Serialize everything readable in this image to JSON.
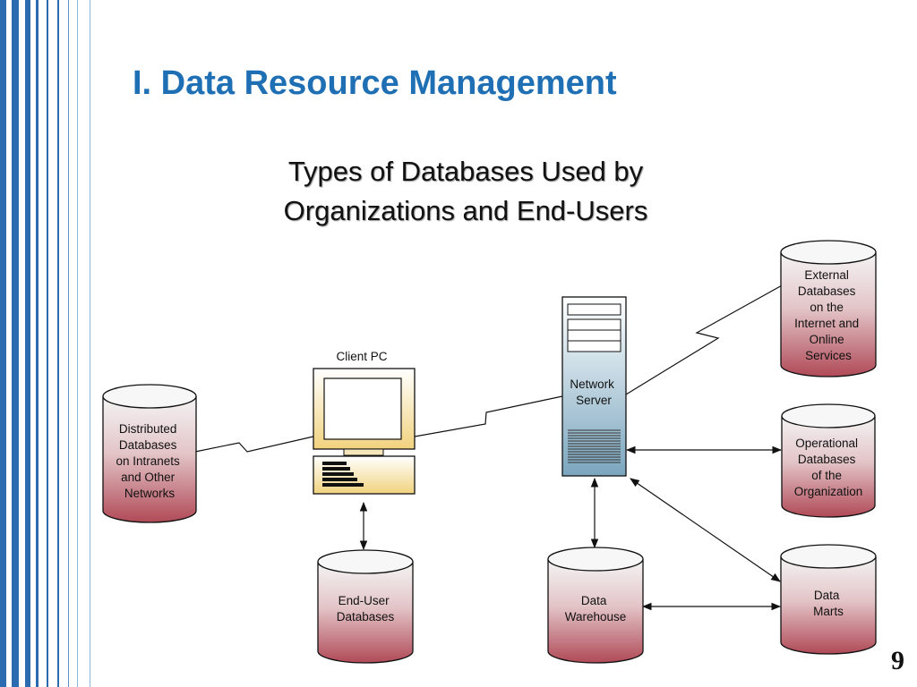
{
  "slide": {
    "title": "I. Data Resource Management",
    "subtitle_lines": [
      "Types of Databases Used by",
      "Organizations and End-Users"
    ],
    "page_number": "9"
  },
  "colors": {
    "title": "#1f6fb4",
    "stripes": "#2b6cb0",
    "database_top": "#f4f4f4",
    "database_bottom": "#b04a57",
    "server_top": "#ffffff",
    "server_bottom": "#7aa6be",
    "pc_top": "#ffffff",
    "pc_bottom": "#f1d27e"
  },
  "diagram": {
    "client_pc_label": "Client PC",
    "network_server_label": [
      "Network",
      "Server"
    ],
    "databases": {
      "distributed": [
        "Distributed",
        "Databases",
        "on Intranets",
        "and Other",
        "Networks"
      ],
      "external": [
        "External",
        "Databases",
        "on the",
        "Internet and",
        "Online",
        "Services"
      ],
      "operational": [
        "Operational",
        "Databases",
        "of the",
        "Organization"
      ],
      "end_user": [
        "End-User",
        "Databases"
      ],
      "data_warehouse": [
        "Data",
        "Warehouse"
      ],
      "data_marts": [
        "Data",
        "Marts"
      ]
    }
  }
}
